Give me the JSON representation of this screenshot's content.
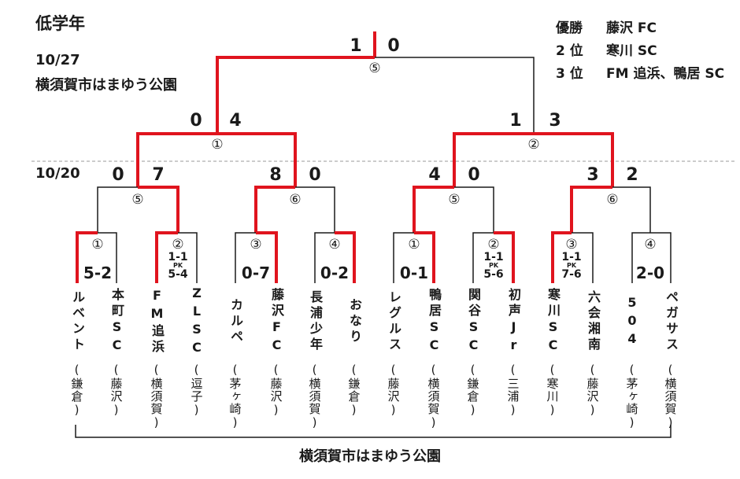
{
  "header": {
    "title": "低学年",
    "date_final": "10/27",
    "venue_final": "横須賀市はまゆう公園",
    "date_first": "10/20"
  },
  "results": {
    "champion_label": "優勝",
    "champion": "藤沢 FC",
    "second_label": "2 位",
    "second": "寒川 SC",
    "third_label": "3 位",
    "third": "FM 追浜、鴨居 SC"
  },
  "final": {
    "score_left": "1",
    "score_right": "0",
    "match_no": "⑤"
  },
  "semis": [
    {
      "score_left": "0",
      "score_right": "4",
      "match_no": "①"
    },
    {
      "score_left": "1",
      "score_right": "3",
      "match_no": "②"
    }
  ],
  "round2": [
    {
      "score_left": "0",
      "score_right": "7",
      "match_no": "⑤"
    },
    {
      "score_left": "8",
      "score_right": "0",
      "match_no": "⑥"
    },
    {
      "score_left": "4",
      "score_right": "0",
      "match_no": "⑤"
    },
    {
      "score_left": "3",
      "score_right": "2",
      "match_no": "⑥"
    }
  ],
  "round1": [
    {
      "match_no": "①",
      "result": "5-2",
      "pk": ""
    },
    {
      "match_no": "②",
      "result": "1-1",
      "pk_label": "PK",
      "pk": "5-4"
    },
    {
      "match_no": "③",
      "result": "0-7",
      "pk": ""
    },
    {
      "match_no": "④",
      "result": "0-2",
      "pk": ""
    },
    {
      "match_no": "①",
      "result": "0-1",
      "pk": ""
    },
    {
      "match_no": "②",
      "result": "1-1",
      "pk_label": "PK",
      "pk": "5-6"
    },
    {
      "match_no": "③",
      "result": "1-1",
      "pk_label": "PK",
      "pk": "7-6"
    },
    {
      "match_no": "④",
      "result": "2-0",
      "pk": ""
    }
  ],
  "teams": [
    {
      "name": "ルベント",
      "area": "(鎌倉)"
    },
    {
      "name": "本町SC",
      "area": "(藤沢)"
    },
    {
      "name": "FM追浜",
      "area": "(横須賀)"
    },
    {
      "name": "ZLSC",
      "area": "(逗子)"
    },
    {
      "name": "カルペ",
      "area": "(茅ヶ崎)"
    },
    {
      "name": "藤沢FC",
      "area": "(藤沢)"
    },
    {
      "name": "長浦少年",
      "area": "(横須賀)"
    },
    {
      "name": "おなり",
      "area": "(鎌倉)"
    },
    {
      "name": "レグルス",
      "area": "(藤沢)"
    },
    {
      "name": "鴨居SC",
      "area": "(横須賀)"
    },
    {
      "name": "関谷SC",
      "area": "(鎌倉)"
    },
    {
      "name": "初声Jr",
      "area": "(三浦)"
    },
    {
      "name": "寒川SC",
      "area": "(寒川)"
    },
    {
      "name": "六会湘南",
      "area": "(藤沢)"
    },
    {
      "name": "504",
      "area": "(茅ヶ崎)"
    },
    {
      "name": "ペガサス",
      "area": "(横須賀)"
    }
  ],
  "footer": {
    "venue": "横須賀市はまゆう公園"
  },
  "colors": {
    "winner_line": "#e0141e",
    "line": "#1a1a1a",
    "divider": "#9a9a9a"
  }
}
